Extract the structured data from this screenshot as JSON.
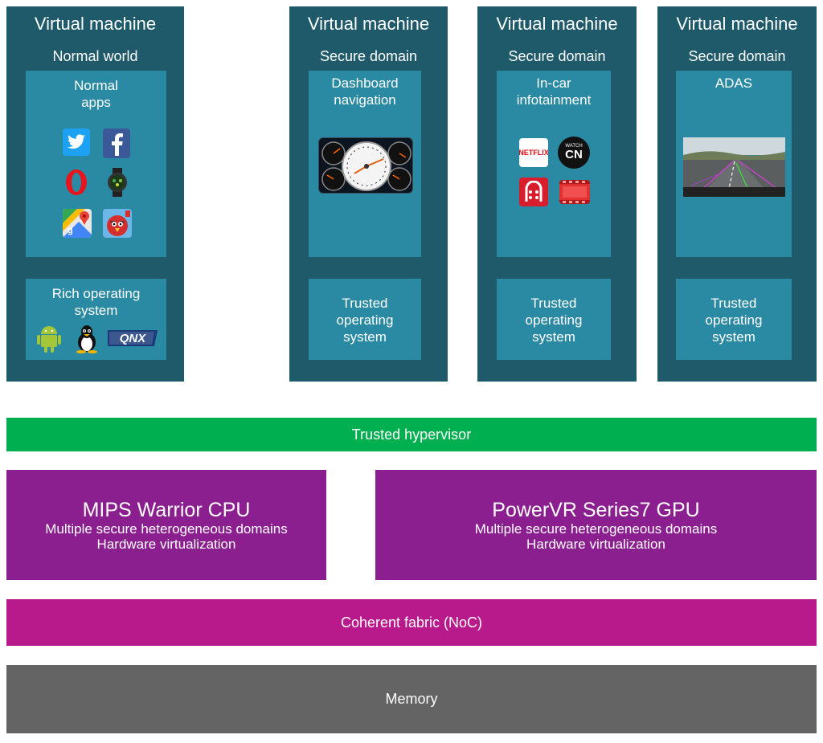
{
  "vm_normal": {
    "title": "Virtual machine",
    "subtitle": "Normal world",
    "apps_label": "Normal\napps",
    "os_label": "Rich operating\nsystem",
    "app_icons": [
      "twitter-icon",
      "facebook-icon",
      "opera-icon",
      "watch-icon",
      "maps-icon",
      "angry-birds-icon"
    ],
    "os_icons": [
      "android-icon",
      "linux-icon",
      "qnx-icon"
    ],
    "qnx_text": "QNX"
  },
  "vm_dashboard": {
    "title": "Virtual machine",
    "subtitle": "Secure domain",
    "app_label": "Dashboard\nnavigation",
    "os_label": "Trusted\noperating\nsystem"
  },
  "vm_infotainment": {
    "title": "Virtual machine",
    "subtitle": "Secure domain",
    "app_label": "In-car\ninfotainment",
    "os_label": "Trusted\noperating\nsystem",
    "netflix_text": "NETFLIX",
    "cn_watch": "WATCH",
    "cn_text": "CN"
  },
  "vm_adas": {
    "title": "Virtual machine",
    "subtitle": "Secure domain",
    "app_label": "ADAS",
    "os_label": "Trusted\noperating\nsystem"
  },
  "hypervisor": {
    "label": "Trusted hypervisor"
  },
  "cpu": {
    "title": "MIPS Warrior CPU",
    "line1": "Multiple secure heterogeneous domains",
    "line2": "Hardware virtualization"
  },
  "gpu": {
    "title": "PowerVR Series7 GPU",
    "line1": "Multiple secure heterogeneous domains",
    "line2": "Hardware virtualization"
  },
  "fabric": {
    "label": "Coherent fabric (NoC)"
  },
  "memory": {
    "label": "Memory"
  },
  "colors": {
    "vm_dark": "#1f5a6b",
    "vm_inner": "#2a8aa4",
    "hypervisor": "#00b050",
    "processor": "#8b1f8f",
    "fabric": "#b81a8b",
    "memory": "#646464"
  }
}
